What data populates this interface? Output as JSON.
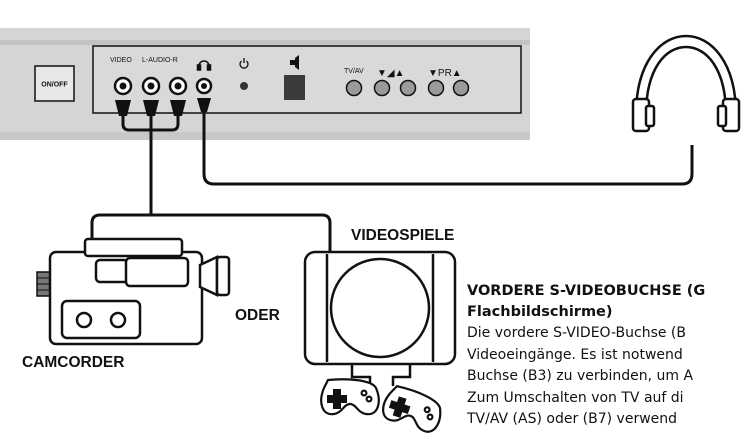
{
  "panel": {
    "power_button_label": "ON/OFF",
    "jack_labels": {
      "video": "VIDEO",
      "audio": "L-AUDIO-R"
    },
    "control_labels": {
      "source": "TV/AV",
      "volume": "▼◢▲",
      "program": "▼PR▲"
    }
  },
  "devices": {
    "camcorder_label": "CAMCORDER",
    "or_label": "ODER",
    "game_label": "VIDEOSPIELE"
  },
  "text": {
    "heading_line1": "VORDERE S-VIDEOBUCHSE (G",
    "heading_line2": "Flachbildschirme)",
    "body_lines": [
      "Die vordere S-VIDEO-Buchse (B",
      "Videoeingänge. Es ist notwend",
      "Buchse (B3) zu verbinden, um A",
      "Zum Umschalten von TV auf di",
      "TV/AV (AS) oder (B7) verwend"
    ]
  },
  "colors": {
    "panel": "#d5d5d5",
    "line": "#111111",
    "background": "#ffffff"
  }
}
